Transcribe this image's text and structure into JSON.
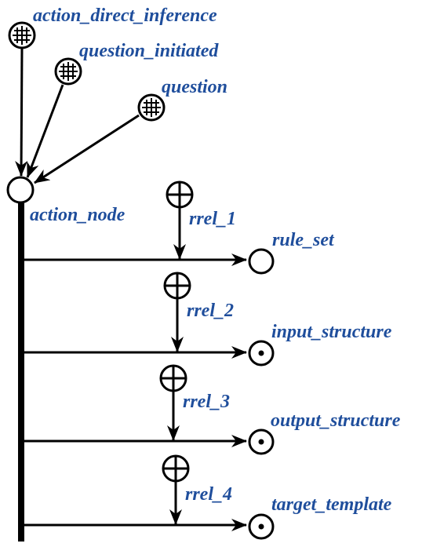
{
  "diagram": {
    "colors": {
      "label": "#1f4e9c",
      "stroke": "#000000",
      "background": "#ffffff"
    },
    "class_nodes": [
      {
        "label": "action_direct_inference",
        "icon": "grid-circle-icon"
      },
      {
        "label": "question_initiated",
        "icon": "grid-circle-icon"
      },
      {
        "label": "question",
        "icon": "grid-circle-icon"
      }
    ],
    "action_node": {
      "label": "action_node",
      "icon": "empty-circle-icon"
    },
    "relations": [
      {
        "label": "rrel_1",
        "icon": "plus-circle-icon"
      },
      {
        "label": "rrel_2",
        "icon": "plus-circle-icon"
      },
      {
        "label": "rrel_3",
        "icon": "plus-circle-icon"
      },
      {
        "label": "rrel_4",
        "icon": "plus-circle-icon"
      }
    ],
    "targets": [
      {
        "label": "rule_set",
        "icon": "empty-circle-icon"
      },
      {
        "label": "input_structure",
        "icon": "dot-circle-icon"
      },
      {
        "label": "output_structure",
        "icon": "dot-circle-icon"
      },
      {
        "label": "target_template",
        "icon": "dot-circle-icon"
      }
    ]
  }
}
